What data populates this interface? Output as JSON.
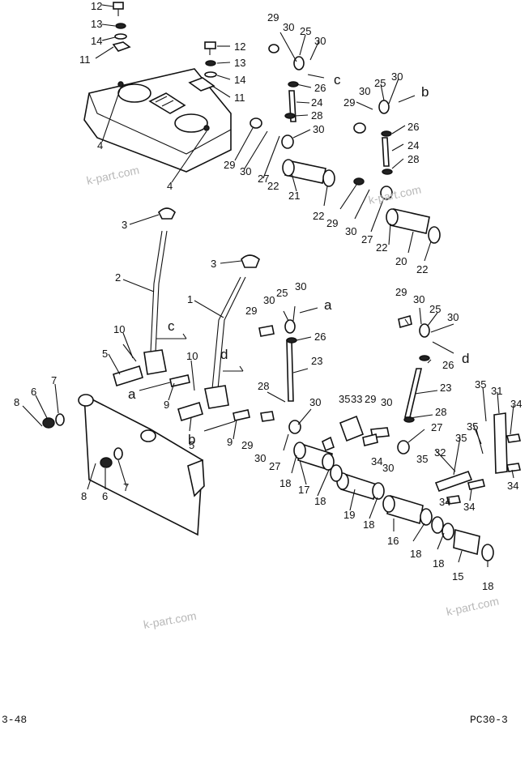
{
  "footer": {
    "left": "3-48",
    "right": "PC30-3"
  },
  "watermarks": [
    "k-part.com",
    "k-part.com",
    "k-part.com",
    "k-part.com"
  ],
  "part_labels": [
    "1",
    "2",
    "3",
    "4",
    "5",
    "6",
    "7",
    "8",
    "9",
    "10",
    "11",
    "12",
    "13",
    "14",
    "15",
    "16",
    "17",
    "18",
    "19",
    "20",
    "21",
    "22",
    "23",
    "24",
    "25",
    "26",
    "27",
    "28",
    "29",
    "30",
    "31",
    "32",
    "33",
    "34",
    "35"
  ],
  "link_labels": [
    "a",
    "b",
    "c",
    "d"
  ]
}
